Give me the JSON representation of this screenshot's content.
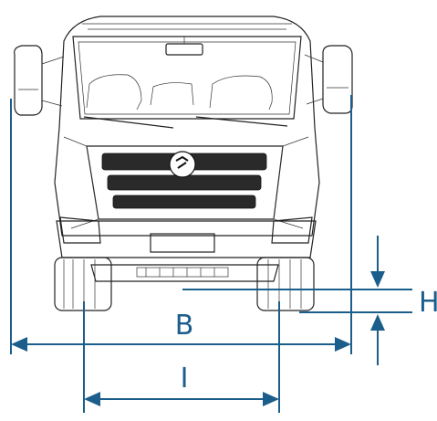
{
  "dimensions": {
    "overall_width_label": "B",
    "track_width_label": "I",
    "ground_clearance_label": "H"
  },
  "colors": {
    "dimension_lines": "#1b5e8c",
    "truck_lines": "#222222"
  },
  "icons": {
    "brand_logo": "foton-logo-icon"
  }
}
